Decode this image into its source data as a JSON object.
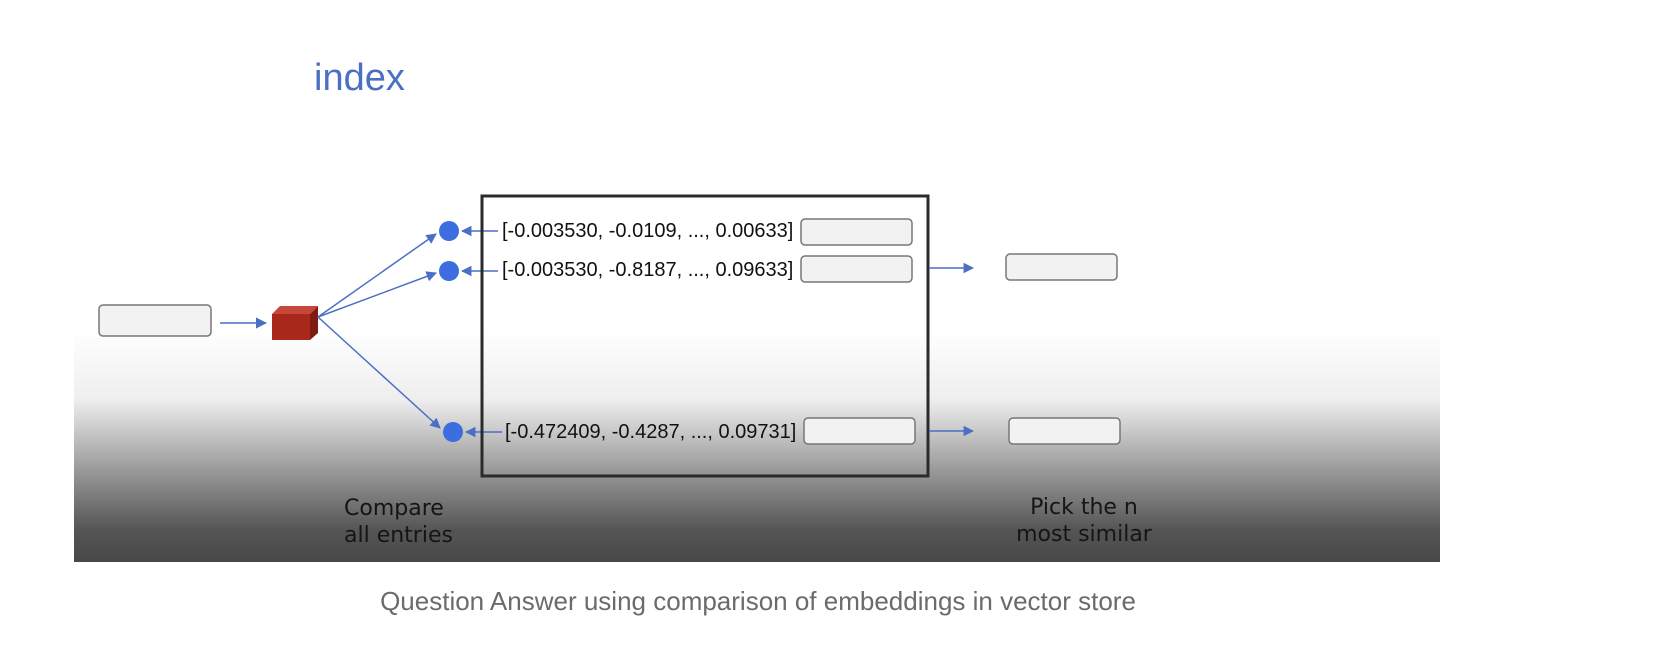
{
  "diagram": {
    "title": "index",
    "rows": [
      {
        "vector": "[-0.003530, -0.0109, ..., 0.00633]"
      },
      {
        "vector": "[-0.003530, -0.8187, ..., 0.09633]"
      },
      {
        "vector": "[-0.472409, -0.4287, ..., 0.09731]"
      }
    ],
    "left_label": [
      "Compare",
      "all entries"
    ],
    "right_label": [
      "Pick the n",
      "most similar"
    ]
  },
  "caption": "Question Answer using comparison of embeddings in vector store",
  "colors": {
    "title": "#4a6fc4",
    "node": "#3d6ee0",
    "arrow": "#4a6fc4",
    "cube": "#a8281c",
    "box_border": "#2b2b2b"
  }
}
